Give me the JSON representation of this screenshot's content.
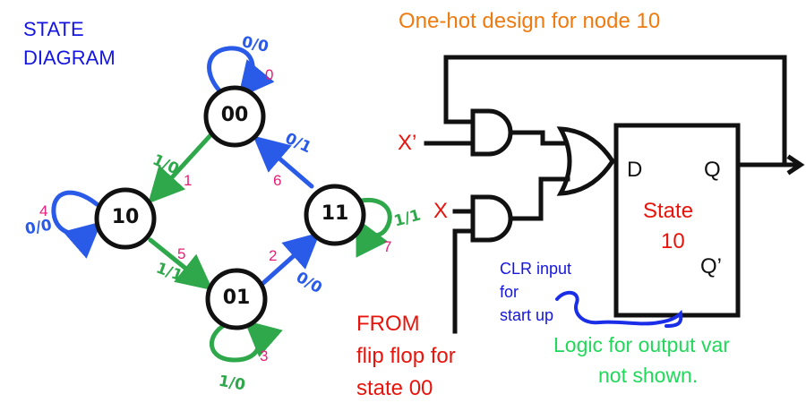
{
  "state_diagram": {
    "title_line1": "STATE",
    "title_line2": "DIAGRAM",
    "states": [
      {
        "id": "s00",
        "label": "00"
      },
      {
        "id": "s10",
        "label": "10"
      },
      {
        "id": "s01",
        "label": "01"
      },
      {
        "id": "s11",
        "label": "11"
      }
    ],
    "transitions": [
      {
        "number": "0",
        "io": "0/0",
        "from": "00",
        "to": "00",
        "color": "#2a5ae8"
      },
      {
        "number": "1",
        "io": "1/0",
        "from": "00",
        "to": "10",
        "color": "#2ea84a"
      },
      {
        "number": "2",
        "io": "0/0",
        "from": "01",
        "to": "11",
        "color": "#2a5ae8"
      },
      {
        "number": "3",
        "io": "1/0",
        "from": "01",
        "to": "01",
        "color": "#2ea84a"
      },
      {
        "number": "4",
        "io": "0/0",
        "from": "10",
        "to": "10",
        "color": "#2a5ae8"
      },
      {
        "number": "5",
        "io": "1/1",
        "from": "10",
        "to": "01",
        "color": "#2ea84a"
      },
      {
        "number": "6",
        "io": "0/1",
        "from": "11",
        "to": "00",
        "color": "#2a5ae8"
      },
      {
        "number": "7",
        "io": "1/1",
        "from": "11",
        "to": "11",
        "color": "#2ea84a"
      }
    ]
  },
  "circuit": {
    "title": "One-hot design for node 10",
    "input_x_prime": "X’",
    "input_x": "X",
    "ff_d": "D",
    "ff_q": "Q",
    "ff_qbar": "Q’",
    "ff_name_line1": "State",
    "ff_name_line2": "10",
    "from_line1": "FROM",
    "from_line2": "flip flop for",
    "from_line3": "state 00",
    "clr_line1": "CLR input",
    "clr_line2": "for",
    "clr_line3": "start up",
    "note_line1": "Logic for output var",
    "note_line2": "not shown."
  },
  "colors": {
    "title_blue": "#1515e0",
    "orange": "#ee7a10",
    "red": "#e8140c",
    "pink": "#e81e78",
    "green": "#22d85a",
    "arrow_blue": "#2a5ae8",
    "arrow_green": "#2ea84a"
  }
}
